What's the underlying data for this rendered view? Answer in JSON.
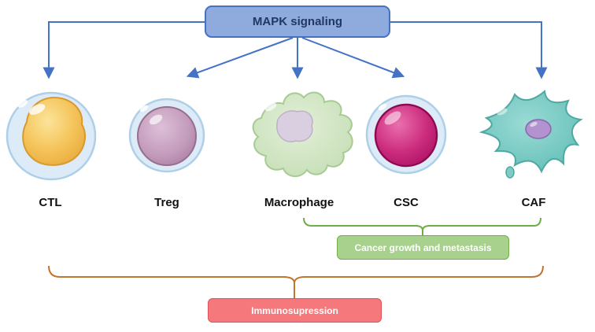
{
  "diagram": {
    "title": "MAPK signaling",
    "cells": [
      {
        "label": "CTL"
      },
      {
        "label": "Treg"
      },
      {
        "label": "Macrophage"
      },
      {
        "label": "CSC"
      },
      {
        "label": "CAF"
      }
    ],
    "annotations": {
      "cancer_growth": {
        "label": "Cancer growth and metastasis",
        "fill": "#a9d18e",
        "border": "#6fad47"
      },
      "immunosuppression": {
        "label": "Immunosupression",
        "fill": "#f4787c",
        "border": "#df5258"
      }
    },
    "colors": {
      "arrow": "#4472c4",
      "title_box_fill": "#8faadc",
      "title_box_border": "#4472c4",
      "title_text": "#1f3864",
      "green_brace": "#6fad47",
      "orange_brace": "#c07530"
    }
  }
}
